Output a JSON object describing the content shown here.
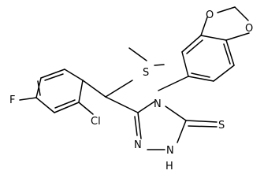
{
  "molecule": {
    "atoms": {
      "F": "F",
      "Cl": "Cl",
      "S_methyl": "S",
      "N4": "N",
      "N3": "N",
      "N1H": "N",
      "H_on_N1": "H",
      "S_thione": "S",
      "O_top": "O",
      "O_right": "O"
    }
  },
  "colors": {
    "bond": "#000000",
    "label": "#000000",
    "background": "#ffffff"
  }
}
